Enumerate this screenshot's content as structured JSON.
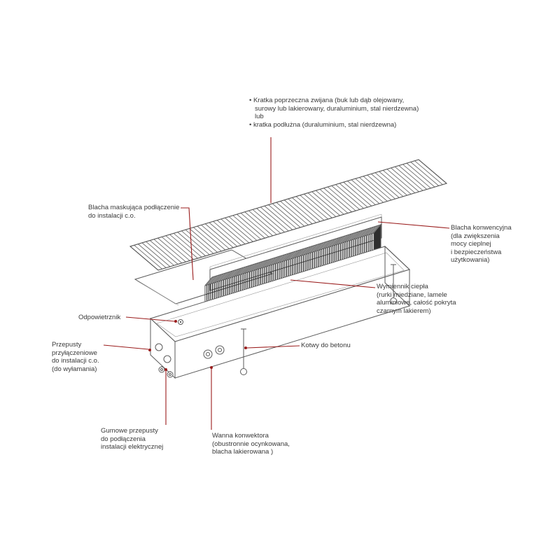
{
  "colors": {
    "leader_line": "#9a1c1c",
    "label_text": "#3a3a3a",
    "diagram_line": "#5a5a5a",
    "exchanger_fill": "#161616"
  },
  "annotations": {
    "grille": {
      "lines": [
        "• Kratka poprzeczna zwijana (buk lub dąb olejowany,",
        "surowy lub lakierowany, duraluminium, stal nierdzewna)",
        "lub",
        "• kratka podłużna (duraluminium, stal nierdzewna)"
      ]
    },
    "masking_plate": {
      "lines": [
        "Blacha maskująca podłączenie",
        "do instalacji c.o."
      ]
    },
    "air_vent": {
      "lines": [
        "Odpowietrznik"
      ]
    },
    "co_knockouts": {
      "lines": [
        "Przepusty",
        "przyłączeniowe",
        "do instalacji c.o.",
        "(do wyłamania)"
      ]
    },
    "rubber_grommets": {
      "lines": [
        "Gumowe przepusty",
        "do podłączenia",
        "instalacji elektrycznej"
      ]
    },
    "convection_plate": {
      "lines": [
        "Blacha konwencyjna",
        "(dla zwiększenia",
        "mocy cieplnej",
        "i bezpieczeństwa",
        "użytkowania)"
      ]
    },
    "heat_exchanger": {
      "lines": [
        "Wymiennik ciepła",
        "(rurki miedziane, lamele",
        "aluminiowe, całość pokryta",
        "czarnym lakierem)"
      ]
    },
    "anchors": {
      "lines": [
        "Kotwy do betonu"
      ]
    },
    "tub": {
      "lines": [
        "Wanna konwektora",
        "(obustronnie ocynkowana,",
        "blacha lakierowana )"
      ]
    }
  }
}
